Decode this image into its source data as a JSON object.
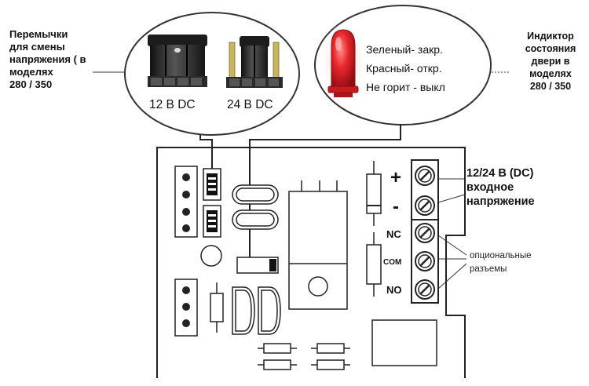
{
  "labels": {
    "jumpers_note": "Перемычки\nдля смены\nнапряжения ( в\nмоделях\n  280 / 350",
    "indicator_note": "Индиктор\nсостояния\nдвери  в\nмоделях\n280 / 350",
    "input_voltage_note": "12/24 В (DC)\nвходное\nнапряжение",
    "optional_note": "опциональные\nразъемы"
  },
  "jumpers": {
    "v12_label": "12 B DC",
    "v24_label": "24 B DC"
  },
  "led_states": {
    "green": "Зеленый- закр.",
    "red": "Красный- откр.",
    "off": "Не горит - выкл"
  },
  "terminals": {
    "plus": "+",
    "minus": "-",
    "nc": "NC",
    "com": "COM",
    "no": "NO"
  },
  "colors": {
    "led_red": "#e8262c",
    "jumper_gold": "#c8b460",
    "outline": "#222222"
  }
}
